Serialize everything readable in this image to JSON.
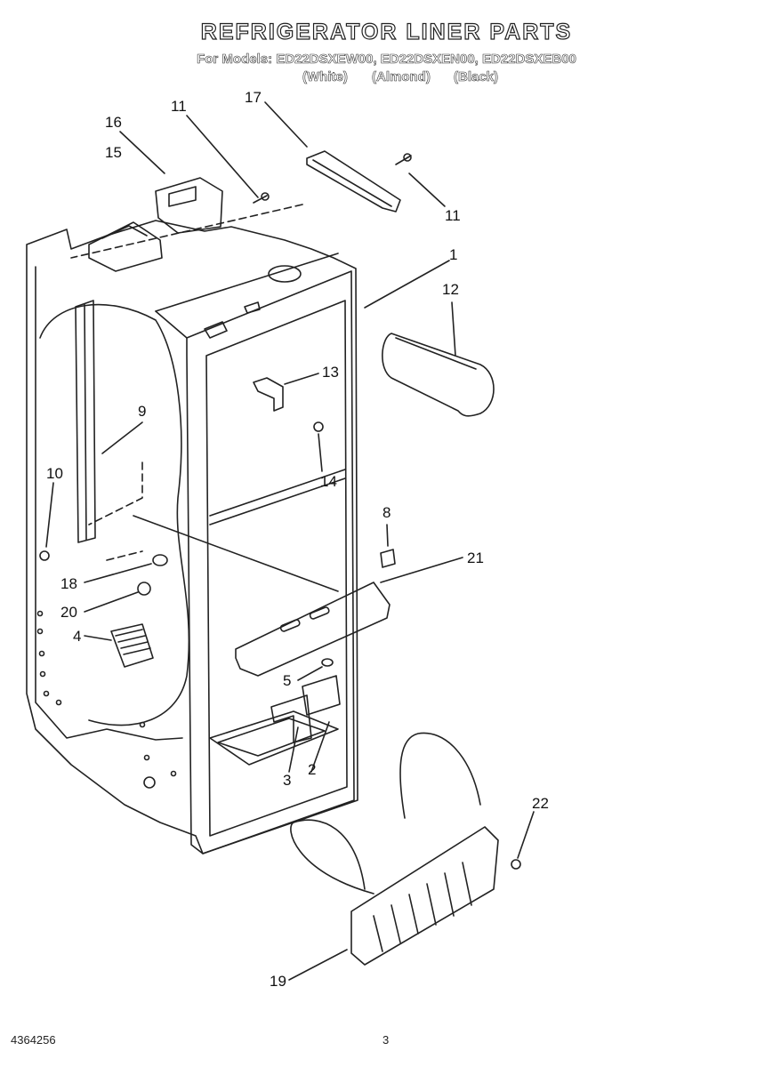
{
  "header": {
    "title": "REFRIGERATOR LINER PARTS",
    "models_line": "For Models: ED22DSXEW00, ED22DSXEN00, ED22DSXEB00",
    "colors": [
      "(White)",
      "(Almond)",
      "(Black)"
    ]
  },
  "callouts": {
    "c1": "1",
    "c2": "2",
    "c3": "3",
    "c4": "4",
    "c5": "5",
    "c8": "8",
    "c9": "9",
    "c10": "10",
    "c11a": "11",
    "c11b": "11",
    "c12": "12",
    "c13": "13",
    "c14": "14",
    "c15": "15",
    "c16": "16",
    "c17": "17",
    "c18": "18",
    "c19": "19",
    "c20": "20",
    "c21": "21",
    "c22": "22"
  },
  "footer": {
    "doc_number": "4364256",
    "page": "3"
  }
}
